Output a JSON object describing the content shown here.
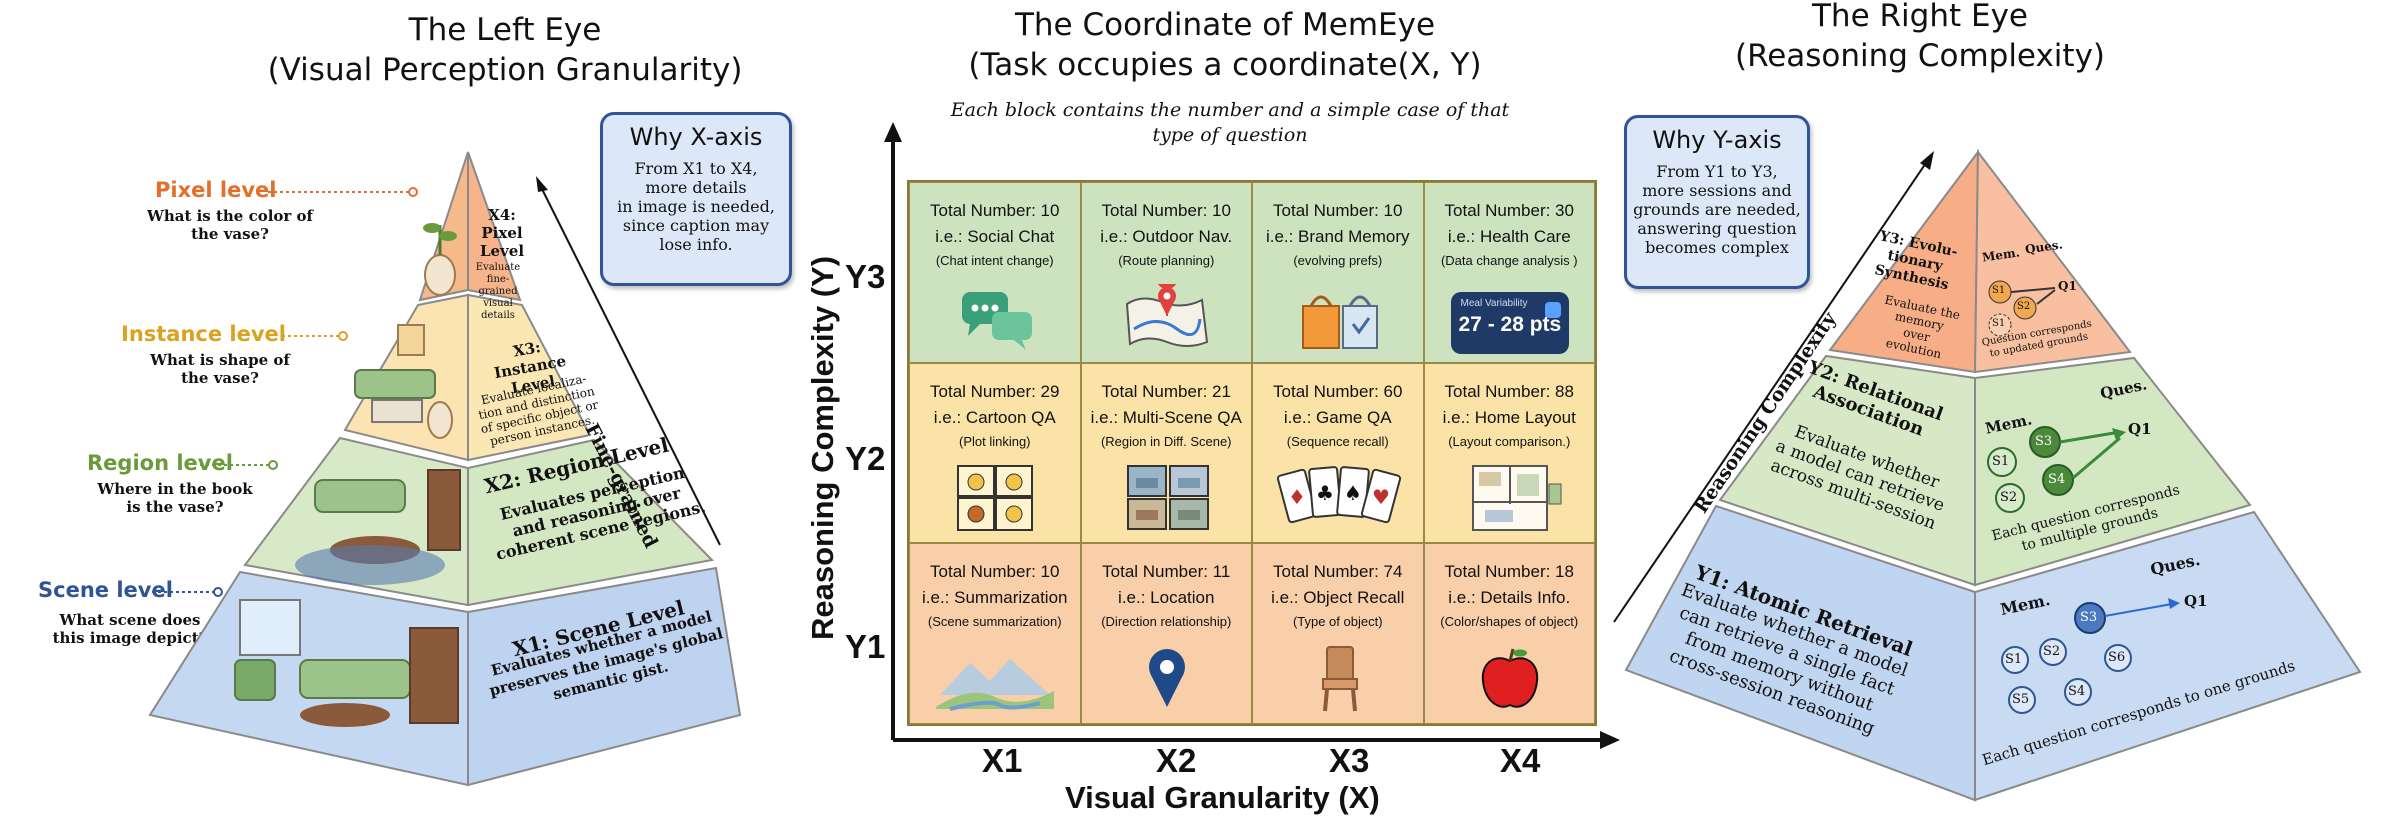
{
  "left": {
    "title_line1": "The Left Eye",
    "title_line2": "(Visual Perception Granularity)",
    "why": {
      "title": "Why X-axis",
      "body": "From X1 to X4,\nmore details\nin image is needed,\nsince caption may\nlose info."
    },
    "levels": [
      {
        "label": "Pixel level",
        "question": "What is the color of\nthe vase?",
        "color": "#e2702a"
      },
      {
        "label": "Instance level",
        "question": "What is shape of\nthe vase?",
        "color": "#d9a320"
      },
      {
        "label": "Region level",
        "question": "Where in the book\nis the vase?",
        "color": "#6a9a3a"
      },
      {
        "label": "Scene level",
        "question": "What scene does\nthis image depict?",
        "color": "#2f5597"
      }
    ],
    "tiers": {
      "x4_title": "X4:\nPixel\nLevel",
      "x4_desc": "Evaluate\nfine-grained\nvisual details",
      "x3_title": "X3: Instance\nLevel",
      "x3_desc": "Evaluate localiza-\ntion and distinction\nof specific object or\nperson instances.",
      "x2_title": "X2: Region Level",
      "x2_desc": "Evaluates perception\nand reasoning over\ncoherent scene regions.",
      "x1_title": "X1: Scene Level",
      "x1_desc": "Evaluates whether a model\npreserves the image's global\nsemantic gist."
    },
    "arrow_label": "Fine-grained"
  },
  "center": {
    "title_line1": "The Coordinate of MemEye",
    "title_line2": "(Task occupies a coordinate(X, Y)",
    "subtitle": "Each block contains the number and a simple case of that\ntype of question",
    "y_axis_title": "Reasoning Complexity (Y)",
    "x_axis_title": "Visual Granularity (X)",
    "y_labels": [
      "Y3",
      "Y2",
      "Y1"
    ],
    "x_labels": [
      "X1",
      "X2",
      "X3",
      "X4"
    ],
    "rows": [
      {
        "color": "#cde3bf",
        "cells": [
          {
            "number": "Total Number: 10",
            "example": "i.e.: Social Chat",
            "sub": "(Chat intent change)",
            "icon": "chat-bubbles"
          },
          {
            "number": "Total Number: 10",
            "example": "i.e.: Outdoor Nav.",
            "sub": "(Route planning)",
            "icon": "map-pin"
          },
          {
            "number": "Total Number: 10",
            "example": "i.e.: Brand Memory",
            "sub": "(evolving prefs)",
            "icon": "shopping-bags"
          },
          {
            "number": "Total Number: 30",
            "example": "i.e.: Health Care",
            "sub": "(Data change analysis )",
            "icon": "health-widget"
          }
        ]
      },
      {
        "color": "#fbe2a6",
        "cells": [
          {
            "number": "Total Number: 29",
            "example": "i.e.: Cartoon QA",
            "sub": "(Plot linking)",
            "icon": "comic-panels"
          },
          {
            "number": "Total Number: 21",
            "example": "i.e.: Multi-Scene QA",
            "sub": "(Region in Diff. Scene)",
            "icon": "scene-tiles"
          },
          {
            "number": "Total Number: 60",
            "example": "i.e.: Game QA",
            "sub": "(Sequence recall)",
            "icon": "playing-cards"
          },
          {
            "number": "Total Number: 88",
            "example": "i.e.: Home Layout",
            "sub": "(Layout comparison.)",
            "icon": "floor-plan"
          }
        ]
      },
      {
        "color": "#f8cfa8",
        "cells": [
          {
            "number": "Total Number: 10",
            "example": "i.e.: Summarization",
            "sub": "(Scene summarization)",
            "icon": "landscape"
          },
          {
            "number": "Total Number: 11",
            "example": "i.e.: Location",
            "sub": "(Direction relationship)",
            "icon": "location-pin"
          },
          {
            "number": "Total Number: 74",
            "example": "i.e.: Object Recall",
            "sub": "(Type of object)",
            "icon": "chair"
          },
          {
            "number": "Total Number: 18",
            "example": "i.e.: Details Info.",
            "sub": "(Color/shapes of object)",
            "icon": "apple"
          }
        ]
      }
    ],
    "health_widget": {
      "label": "Meal Variability",
      "value": "27 - 28 pts"
    }
  },
  "right": {
    "title_line1": "The Right Eye",
    "title_line2": "(Reasoning Complexity)",
    "why": {
      "title": "Why Y-axis",
      "body": "From Y1 to Y3,\nmore sessions and\ngrounds are needed,\nanswering question\nbecomes complex"
    },
    "arrow_label": "Reasoning Complexity",
    "tiers": {
      "y3_title": "Y3: Evolu-\ntionary\nSynthesis",
      "y3_desc": "Evaluate the\nmemory over\nevolution",
      "y3_caption": "Question corresponds\nto updated grounds",
      "y2_title": "Y2: Relational\nAssociation",
      "y2_desc": "Evaluate whether\na model can retrieve\nacross multi-session",
      "y2_caption": "Each question corresponds\nto multiple grounds",
      "y1_title": "Y1: Atomic Retrieval",
      "y1_desc": "Evaluate whether a model\ncan retrieve a single fact\nfrom memory without\ncross-session reasoning",
      "y1_caption": "Each question corresponds to one grounds"
    },
    "mem_label": "Mem.",
    "ques_label": "Ques.",
    "q1_label": "Q1",
    "y3_sessions": [
      "S1",
      "S2",
      "S1"
    ],
    "y2_sessions": [
      "S1",
      "S3",
      "S2",
      "S4"
    ],
    "y1_sessions": [
      "S3",
      "S1",
      "S2",
      "S6",
      "S5",
      "S4"
    ]
  }
}
